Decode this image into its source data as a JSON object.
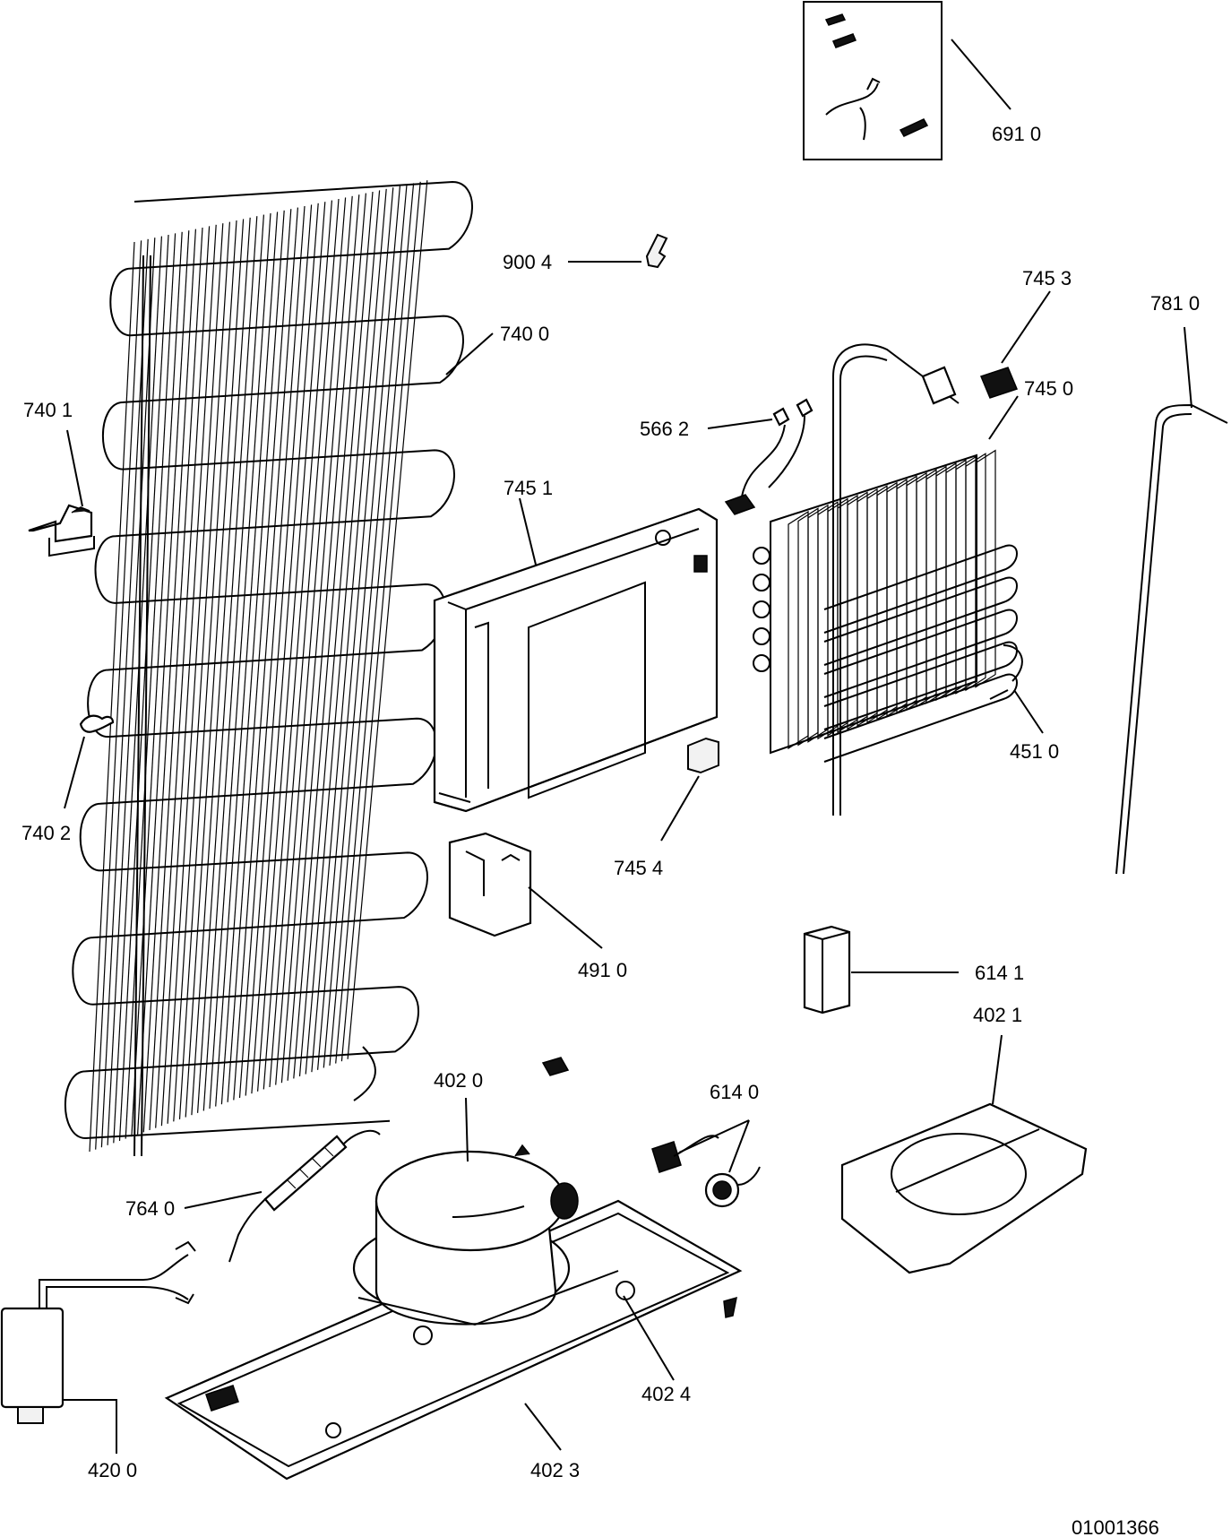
{
  "diagram": {
    "doc_id": "01001366",
    "labels": [
      {
        "id": "label-691-0",
        "text": "691 0"
      },
      {
        "id": "label-900-4",
        "text": "900 4"
      },
      {
        "id": "label-745-3",
        "text": "745  3"
      },
      {
        "id": "label-781-0",
        "text": "781  0"
      },
      {
        "id": "label-740-0",
        "text": "740 0"
      },
      {
        "id": "label-745-0",
        "text": "745 0"
      },
      {
        "id": "label-740-1",
        "text": "740 1"
      },
      {
        "id": "label-566-2",
        "text": "566  2"
      },
      {
        "id": "label-745-1",
        "text": "745 1"
      },
      {
        "id": "label-451-0",
        "text": "451 0"
      },
      {
        "id": "label-740-2",
        "text": "740 2"
      },
      {
        "id": "label-745-4",
        "text": "745 4"
      },
      {
        "id": "label-491-0",
        "text": "491  0"
      },
      {
        "id": "label-614-1",
        "text": "614  1"
      },
      {
        "id": "label-402-1",
        "text": "402  1"
      },
      {
        "id": "label-402-0",
        "text": "402 0"
      },
      {
        "id": "label-614-0",
        "text": "614  0"
      },
      {
        "id": "label-764-0",
        "text": "764 0"
      },
      {
        "id": "label-402-4",
        "text": "402  4"
      },
      {
        "id": "label-420-0",
        "text": "420 0"
      },
      {
        "id": "label-402-3",
        "text": "402 3"
      }
    ]
  }
}
